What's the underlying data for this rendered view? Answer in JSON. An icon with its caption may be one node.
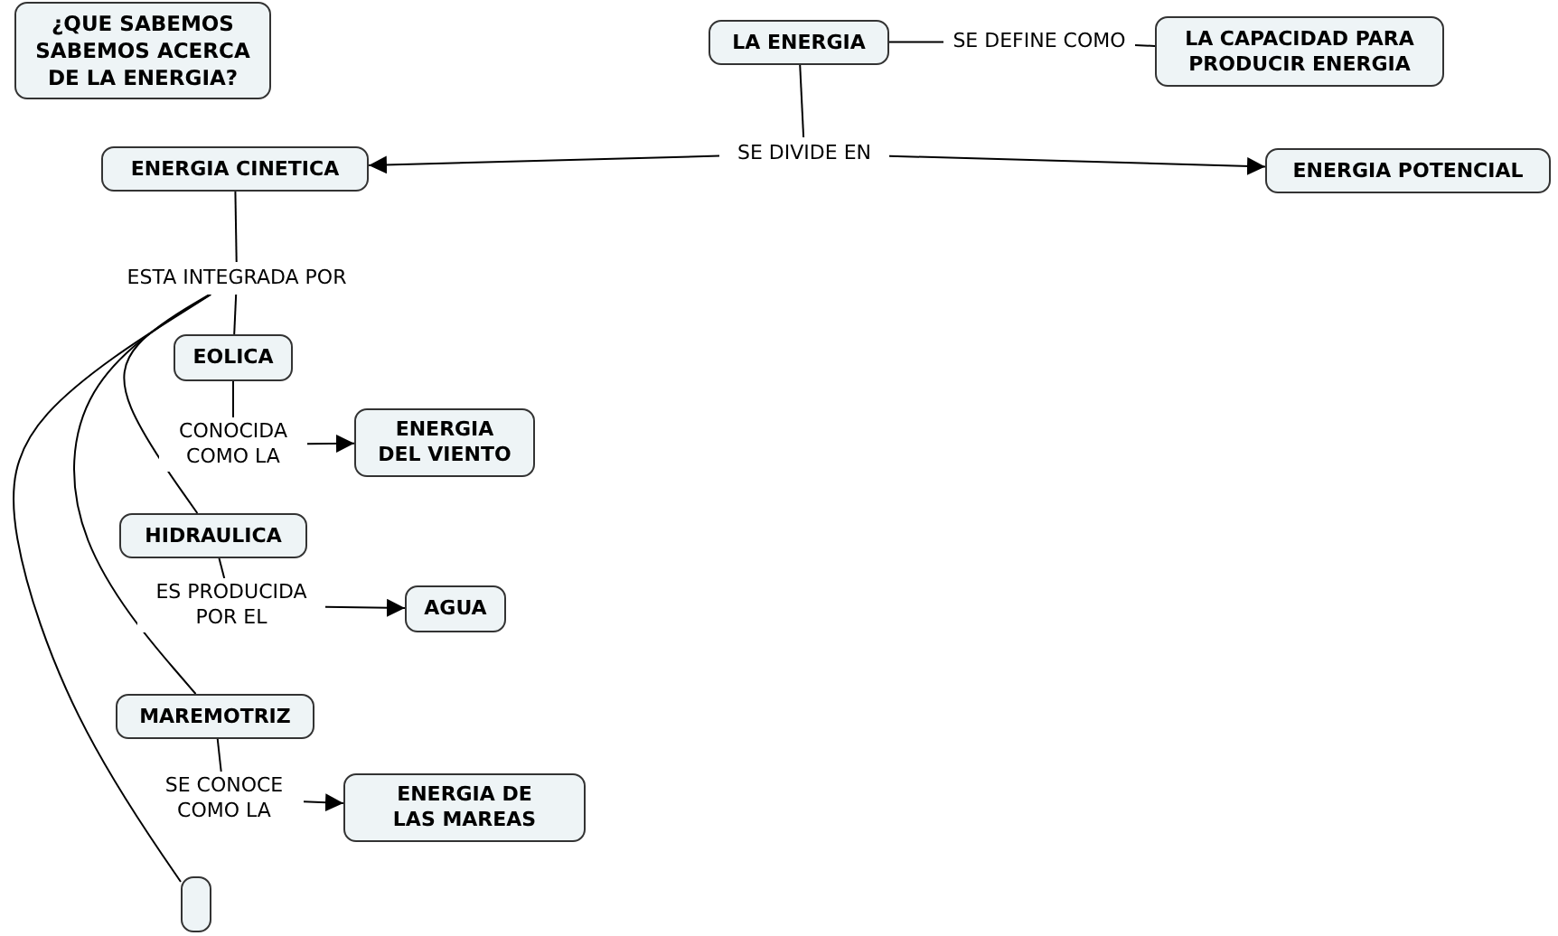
{
  "diagram": {
    "nodes": [
      {
        "text": [
          "¿QUE SABEMOS SABEMOS ACERCA DE LA ENERGIA?"
        ]
      },
      {
        "text": [
          "LA ENERGIA"
        ]
      },
      {
        "text": [
          "SE DEFINE COMO"
        ]
      },
      {
        "text": [
          "LA CAPACIDAD PARA PRODUCIR ENERGIA"
        ]
      },
      {
        "text": [
          "SE DIVIDE EN"
        ]
      },
      {
        "text": [
          "ENERGIA CINETICA"
        ]
      },
      {
        "text": [
          "ENERGIA POTENCIAL"
        ]
      },
      {
        "text": [
          "ESTA INTEGRADA POR"
        ]
      },
      {
        "text": [
          "EOLICA"
        ]
      },
      {
        "text": [
          "CONOCIDA COMO LA"
        ]
      },
      {
        "text": [
          "ENERGIA DEL VIENTO"
        ]
      },
      {
        "text": [
          "HIDRAULICA"
        ]
      },
      {
        "text": [
          "ES PRODUCIDA POR EL"
        ]
      },
      {
        "text": [
          "AGUA"
        ]
      },
      {
        "text": [
          "MAREMOTRIZ"
        ]
      },
      {
        "text": [
          "SE CONOCE COMO LA"
        ]
      },
      {
        "text": [
          "ENERGIA DE LAS MAREAS"
        ]
      },
      {
        "text": [],
        "shape": "box"
      }
    ],
    "edges": [
      {
        "from": 1,
        "to": 2,
        "arrow": "none"
      },
      {
        "from": 2,
        "to": 3,
        "arrow": "none"
      },
      {
        "from": 1,
        "to": 4,
        "arrow": "none"
      },
      {
        "from": 4,
        "to": 5,
        "arrow": "to"
      },
      {
        "from": 4,
        "to": 6,
        "arrow": "to"
      },
      {
        "from": 5,
        "to": 7,
        "arrow": "none"
      },
      {
        "from": 7,
        "to": 8,
        "arrow": "none"
      },
      {
        "from": 7,
        "to": 11,
        "arrow": "none"
      },
      {
        "from": 7,
        "to": 14,
        "arrow": "none"
      },
      {
        "from": 7,
        "to": 17,
        "arrow": "none"
      },
      {
        "from": 8,
        "to": 9,
        "arrow": "none"
      },
      {
        "from": 9,
        "to": 10,
        "arrow": "to"
      },
      {
        "from": 11,
        "to": 12,
        "arrow": "none"
      },
      {
        "from": 12,
        "to": 13,
        "arrow": "to"
      },
      {
        "from": 14,
        "to": 15,
        "arrow": "none"
      },
      {
        "from": 15,
        "to": 16,
        "arrow": "to"
      }
    ]
  }
}
